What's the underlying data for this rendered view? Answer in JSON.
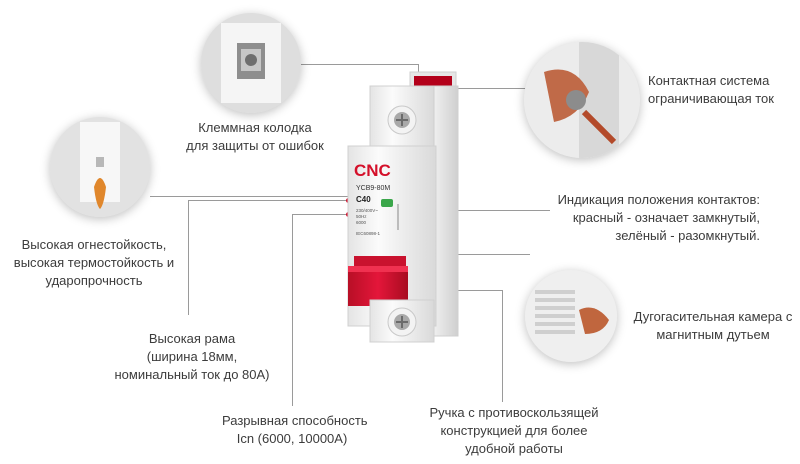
{
  "brand": {
    "name": "CNC",
    "accent": "#d4102a"
  },
  "breaker": {
    "model": "YCB9-80M",
    "rating": "C40",
    "specs": [
      "230/400V~",
      "50Hz",
      "6000",
      "IEC60898-1"
    ]
  },
  "callouts": {
    "terminal": [
      "Клеммная колодка",
      "для защиты от ошибок"
    ],
    "contact_system": [
      "Контактная система",
      "ограничивающая ток"
    ],
    "fire_resistance": [
      "Высокая огнестойкость,",
      "высокая термостойкость  и",
      "ударопрочность"
    ],
    "indication": [
      "Индикация положения контактов:",
      "красный - означает замкнутый,",
      "зелёный - разомкнутый."
    ],
    "arc_chamber": [
      "Дугогасительная камера с",
      "магнитным дутьем"
    ],
    "frame": [
      "Высокая рама",
      "(ширина 18мм,",
      "номинальный ток до 80А)"
    ],
    "breaking_capacity": [
      "Разрывная способность",
      "Icn (6000, 10000А)"
    ],
    "handle": [
      "Ручка с противоскользящей",
      "конструкцией для более",
      "удобной работы"
    ]
  }
}
